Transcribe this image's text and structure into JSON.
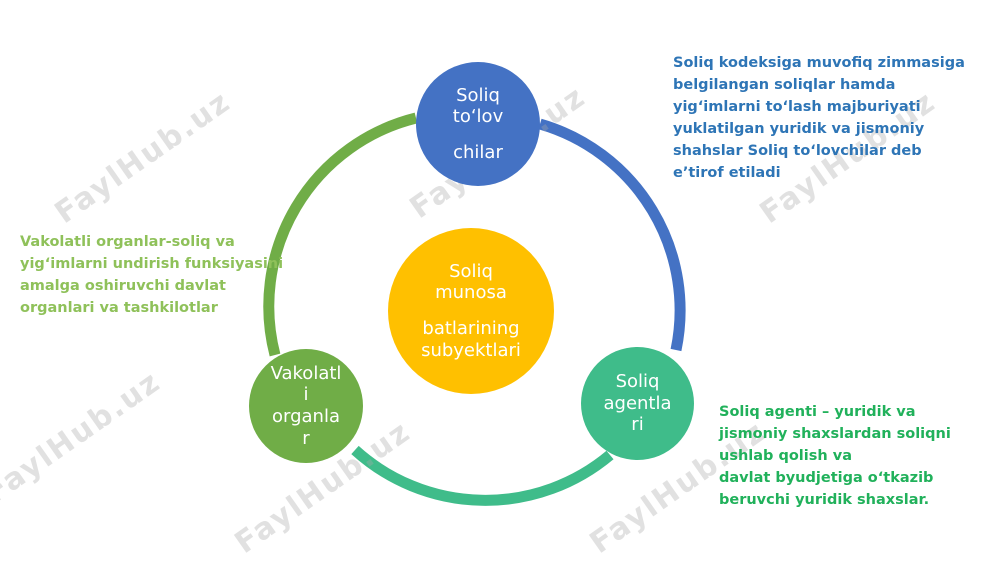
{
  "nodes": {
    "top": {
      "lines": [
        "Soliq",
        "to‘lov",
        "chilar"
      ]
    },
    "center": {
      "lines": [
        "Soliq",
        "munosa",
        "batlarining",
        "subyektlari"
      ]
    },
    "right": {
      "lines": [
        "Soliq",
        "agentla",
        "ri"
      ]
    },
    "left": {
      "lines": [
        "Vakolatl",
        "i",
        "organla",
        "r"
      ]
    }
  },
  "descriptions": {
    "top": [
      "Soliq kodeksiga muvofiq zimmasiga",
      "belgilangan soliqlar hamda",
      "yig‘imlarni to‘lash majburiyati",
      "yuklatilgan yuridik va jismoniy",
      "shahslar Soliq to‘lovchilar deb",
      "e’tirof etiladi"
    ],
    "left": [
      "Vakolatli organlar-soliq va",
      "yig‘imlarni undirish funksiyasini",
      "amalga oshiruvchi davlat",
      "organlari va tashkilotlar"
    ],
    "right": [
      "Soliq agenti – yuridik va",
      "jismoniy shaxslardan soliqni",
      "ushlab qolish va",
      "davlat byudjetiga o‘tkazib",
      "beruvchi yuridik shaxslar."
    ]
  },
  "watermark": "FaylHub.uz",
  "colors": {
    "blue": "#4472c4",
    "gold": "#ffc000",
    "teal": "#3fbc8a",
    "green": "#70ad47"
  }
}
